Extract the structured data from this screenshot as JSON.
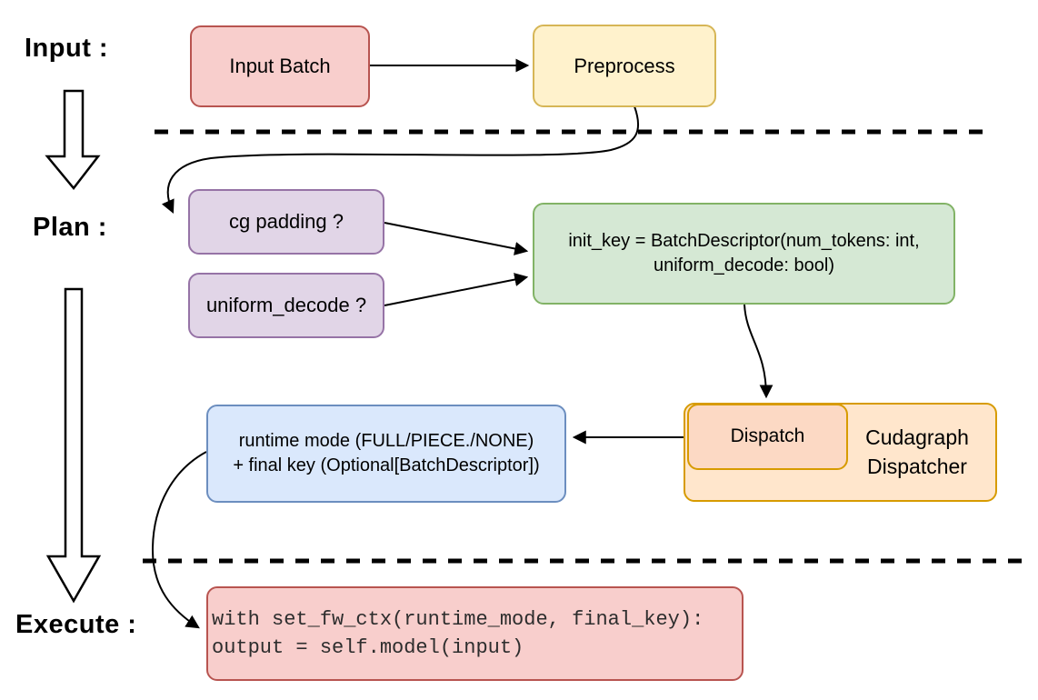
{
  "stages": {
    "input_label": "Input :",
    "plan_label": "Plan :",
    "execute_label": "Execute :"
  },
  "nodes": {
    "input_batch": {
      "label": "Input Batch",
      "fill": "#f8cecc",
      "stroke": "#b85450"
    },
    "preprocess": {
      "label": "Preprocess",
      "fill": "#fff2cc",
      "stroke": "#d6b656"
    },
    "cg_padding": {
      "label": "cg padding ?",
      "fill": "#e1d5e7",
      "stroke": "#9673a6"
    },
    "uniform_decode": {
      "label": "uniform_decode ?",
      "fill": "#e1d5e7",
      "stroke": "#9673a6"
    },
    "init_key": {
      "line1": "init_key = BatchDescriptor(num_tokens: int,",
      "line2": "uniform_decode: bool)",
      "fill": "#d5e8d4",
      "stroke": "#82b366"
    },
    "dispatch": {
      "label": "Dispatch",
      "fill": "#fcd9c4",
      "stroke": "#d79b00"
    },
    "cudagraph_dispatcher": {
      "line1": "Cudagraph",
      "line2": "Dispatcher",
      "fill": "#ffe6cc",
      "stroke": "#d79b00"
    },
    "runtime_mode": {
      "line1": "runtime mode (FULL/PIECE./NONE)",
      "line2": "+ final key (Optional[BatchDescriptor])",
      "fill": "#dae8fc",
      "stroke": "#6c8ebf"
    },
    "execute_code": {
      "line1": "with set_fw_ctx(runtime_mode, final_key):",
      "line2": "    output = self.model(input)",
      "fill": "#f8cecc",
      "stroke": "#b85450"
    }
  },
  "connector_color": "#000000",
  "separator_color": "#000000"
}
